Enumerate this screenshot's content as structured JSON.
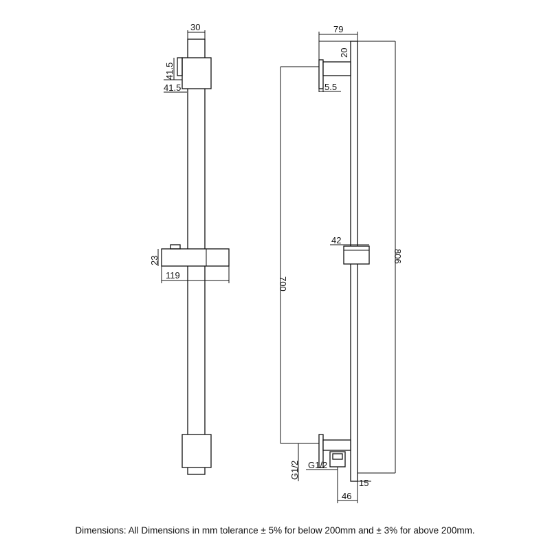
{
  "front_view": {
    "dims": {
      "top_width": "30",
      "bracket_height": "41.5",
      "bracket_offset": "41.5",
      "slider_height": "23",
      "slider_depth": "119"
    }
  },
  "side_view": {
    "dims": {
      "bracket_projection": "79",
      "bracket_thickness": "20",
      "plate_thickness": "5.5",
      "centres": "700",
      "overall_length": "806",
      "slider_width": "42",
      "inlet_thread": "G1/2",
      "outlet_thread": "G1/2",
      "bottom_offset": "15",
      "outlet_depth": "46"
    }
  },
  "caption": "Dimensions: All Dimensions in mm tolerance ± 5% for below 200mm and ± 3% for above 200mm."
}
